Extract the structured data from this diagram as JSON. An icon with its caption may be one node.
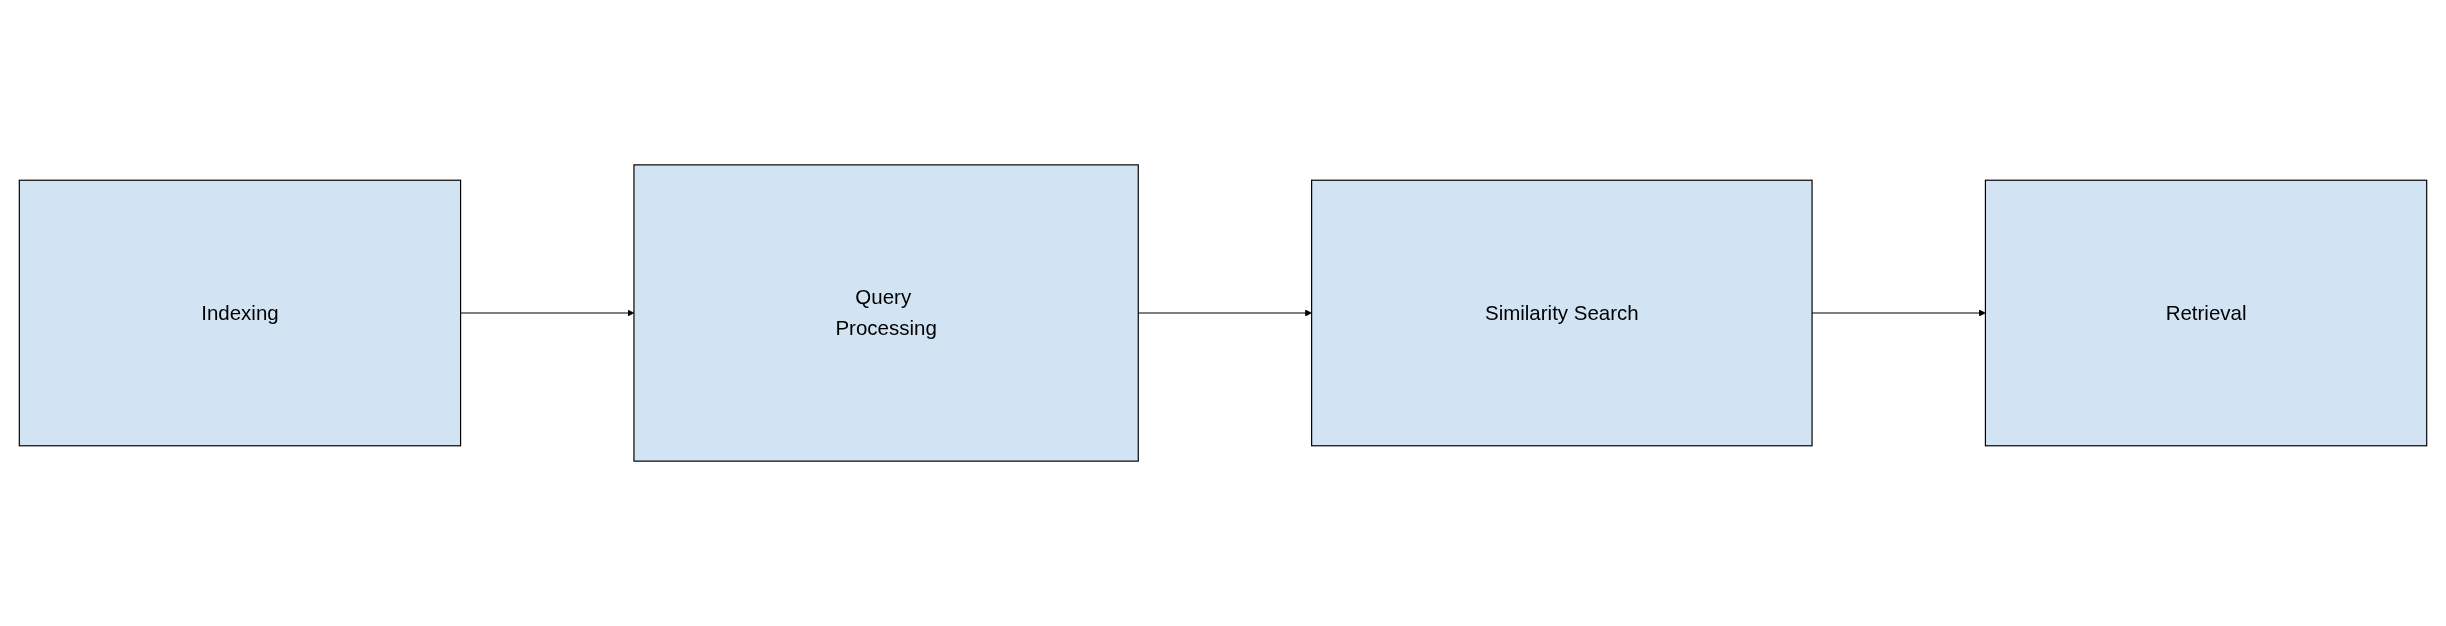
{
  "diagram": {
    "nodes": [
      {
        "text": [
          "Indexing"
        ]
      },
      {
        "text": [
          "Query Processing"
        ]
      },
      {
        "text": [
          "Similarity Search"
        ]
      },
      {
        "text": [
          "Retrieval"
        ]
      }
    ],
    "edges": [
      {
        "from": 0,
        "to": 1,
        "arrow": "to"
      },
      {
        "from": 1,
        "to": 2,
        "arrow": "to"
      },
      {
        "from": 2,
        "to": 3,
        "arrow": "to"
      }
    ]
  }
}
